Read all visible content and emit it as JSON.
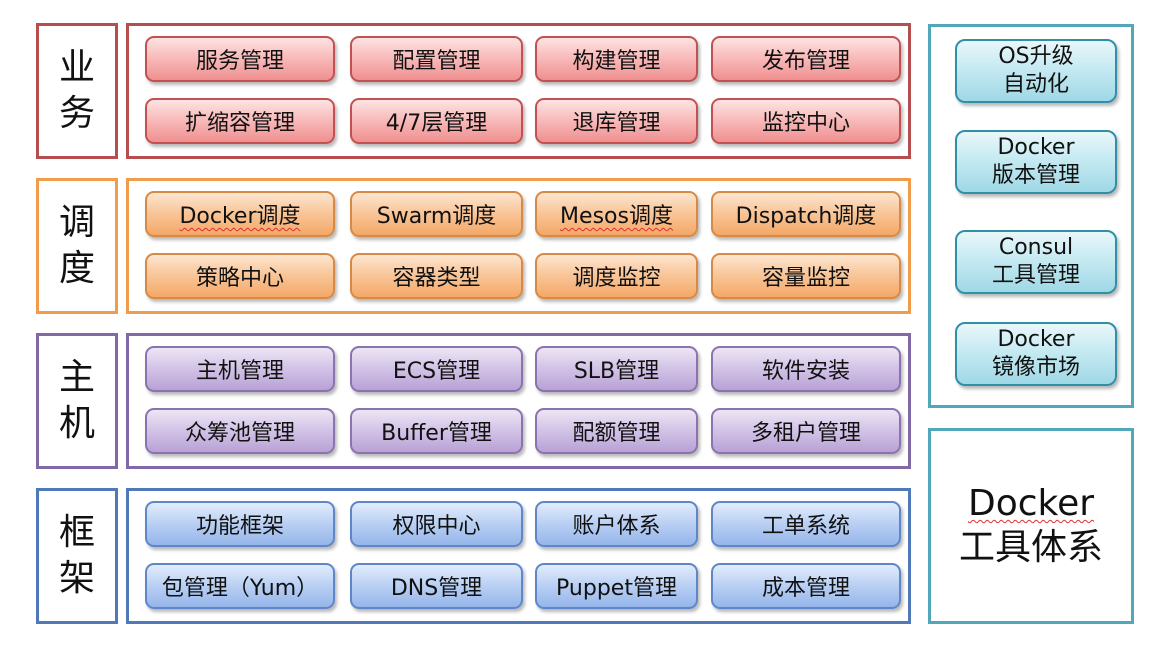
{
  "layers": [
    {
      "label": [
        "业",
        "务"
      ],
      "buttons": [
        "服务管理",
        "配置管理",
        "构建管理",
        "发布管理",
        "扩缩容管理",
        "4/7层管理",
        "退库管理",
        "监控中心"
      ]
    },
    {
      "label": [
        "调",
        "度"
      ],
      "buttons": [
        "Docker调度",
        "Swarm调度",
        "Mesos调度",
        "Dispatch调度",
        "策略中心",
        "容器类型",
        "调度监控",
        "容量监控"
      ]
    },
    {
      "label": [
        "主",
        "机"
      ],
      "buttons": [
        "主机管理",
        "ECS管理",
        "SLB管理",
        "软件安装",
        "众筹池管理",
        "Buffer管理",
        "配额管理",
        "多租户管理"
      ]
    },
    {
      "label": [
        "框",
        "架"
      ],
      "buttons": [
        "功能框架",
        "权限中心",
        "账户体系",
        "工单系统",
        "包管理（Yum）",
        "DNS管理",
        "Puppet管理",
        "成本管理"
      ]
    }
  ],
  "tools": [
    [
      "OS升级",
      "自动化"
    ],
    [
      "Docker",
      "版本管理"
    ],
    [
      "Consul",
      "工具管理"
    ],
    [
      "Docker",
      "镜像市场"
    ]
  ],
  "system_title": [
    "Docker",
    "工具体系"
  ],
  "colors": {
    "business": "#b54e4e",
    "scheduling": "#f09c4c",
    "host": "#8069a5",
    "framework": "#4f79b8",
    "tools": "#52a7b9"
  }
}
